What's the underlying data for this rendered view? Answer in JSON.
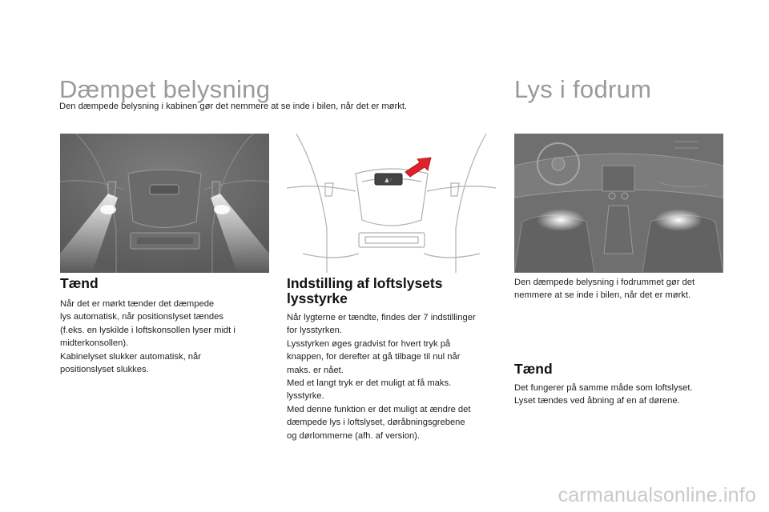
{
  "left": {
    "title": "Dæmpet belysning",
    "intro": "Den dæmpede belysning i kabinen gør det nemmere at se inde i bilen, når det er mørkt.",
    "sections": [
      {
        "heading": "Tænd",
        "lines": [
          "Når det er mørkt tænder det dæmpede",
          "lys automatisk, når positionslyset tændes",
          "(f.eks. en lyskilde i loftskonsollen lyser midt i",
          "midterkonsollen).",
          "Kabinelyset slukker automatisk, når",
          "positionslyset slukkes."
        ]
      },
      {
        "heading": "Indstilling af loftslysets lysstyrke",
        "lines": [
          "Når lygterne er tændte, findes der 7 indstillinger",
          "for lysstyrken.",
          "Lysstyrken øges gradvist for hvert tryk på",
          "knappen, for derefter at gå tilbage til nul når",
          "maks. er nået.",
          "Med et langt tryk er det muligt at få maks.",
          "lysstyrke.",
          "Med denne funktion er det muligt at ændre det",
          "dæmpede lys i loftslyset, døråbningsgrebene",
          "og dørlommerne (afh. af version)."
        ]
      }
    ]
  },
  "right": {
    "title": "Lys i fodrum",
    "intro_lines": [
      "Den dæmpede belysning i fodrummet gør det",
      "nemmere at se inde i bilen, når det er mørkt."
    ],
    "section": {
      "heading": "Tænd",
      "lines": [
        "Det fungerer på samme måde som loftslyset.",
        "Lyset tændes ved åbning af en af dørene."
      ]
    }
  },
  "watermark": "carmanualsonline.info"
}
